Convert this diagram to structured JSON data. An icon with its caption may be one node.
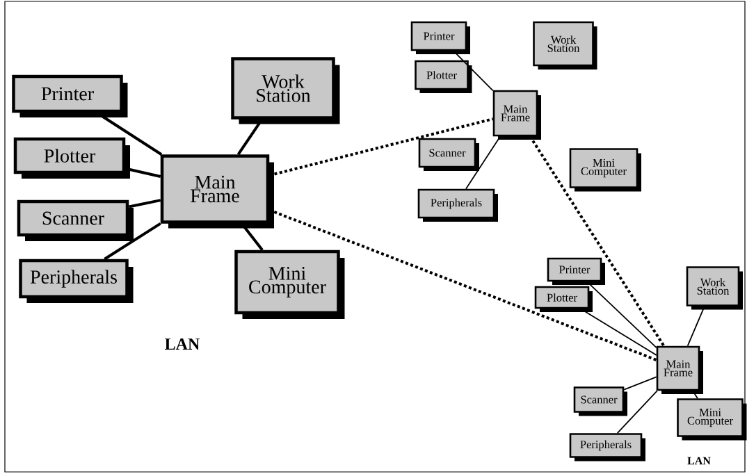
{
  "diagram": {
    "nodes": [
      {
        "text": [
          "Printer"
        ]
      },
      {
        "text": [
          "Work Station"
        ]
      },
      {
        "text": [
          "Plotter"
        ]
      },
      {
        "text": [
          "Main Frame"
        ]
      },
      {
        "text": [
          "Scanner"
        ]
      },
      {
        "text": [
          "Peripherals"
        ]
      },
      {
        "text": [
          "Mini Computer"
        ]
      },
      {
        "text": [
          "Printer"
        ]
      },
      {
        "text": [
          "Work Station"
        ]
      },
      {
        "text": [
          "Plotter"
        ]
      },
      {
        "text": [
          "Main Frame"
        ]
      },
      {
        "text": [
          "Scanner"
        ]
      },
      {
        "text": [
          "Mini Computer"
        ]
      },
      {
        "text": [
          "Peripherals"
        ]
      },
      {
        "text": [
          "Printer"
        ]
      },
      {
        "text": [
          "Work Station"
        ]
      },
      {
        "text": [
          "Plotter"
        ]
      },
      {
        "text": [
          "Main Frame"
        ]
      },
      {
        "text": [
          "Scanner"
        ]
      },
      {
        "text": [
          "Mini Computer"
        ]
      },
      {
        "text": [
          "Peripherals"
        ]
      }
    ],
    "edges": [
      {
        "from": 0,
        "to": 3,
        "arrow": "none"
      },
      {
        "from": 1,
        "to": 3,
        "arrow": "none"
      },
      {
        "from": 2,
        "to": 3,
        "arrow": "none"
      },
      {
        "from": 4,
        "to": 3,
        "arrow": "none"
      },
      {
        "from": 5,
        "to": 3,
        "arrow": "none"
      },
      {
        "from": 6,
        "to": 3,
        "arrow": "none"
      },
      {
        "from": 7,
        "to": 10,
        "arrow": "none"
      },
      {
        "from": 13,
        "to": 10,
        "arrow": "none"
      },
      {
        "from": 14,
        "to": 17,
        "arrow": "none"
      },
      {
        "from": 15,
        "to": 17,
        "arrow": "none"
      },
      {
        "from": 16,
        "to": 17,
        "arrow": "none"
      },
      {
        "from": 18,
        "to": 17,
        "arrow": "none"
      },
      {
        "from": 19,
        "to": 17,
        "arrow": "none"
      },
      {
        "from": 20,
        "to": 17,
        "arrow": "none"
      },
      {
        "from": 3,
        "to": 10,
        "arrow": "none",
        "style": "dashed"
      },
      {
        "from": 3,
        "to": 17,
        "arrow": "none",
        "style": "dashed"
      },
      {
        "from": 10,
        "to": 17,
        "arrow": "none",
        "style": "dashed"
      }
    ],
    "labels": [
      "LAN",
      "LAN"
    ]
  }
}
